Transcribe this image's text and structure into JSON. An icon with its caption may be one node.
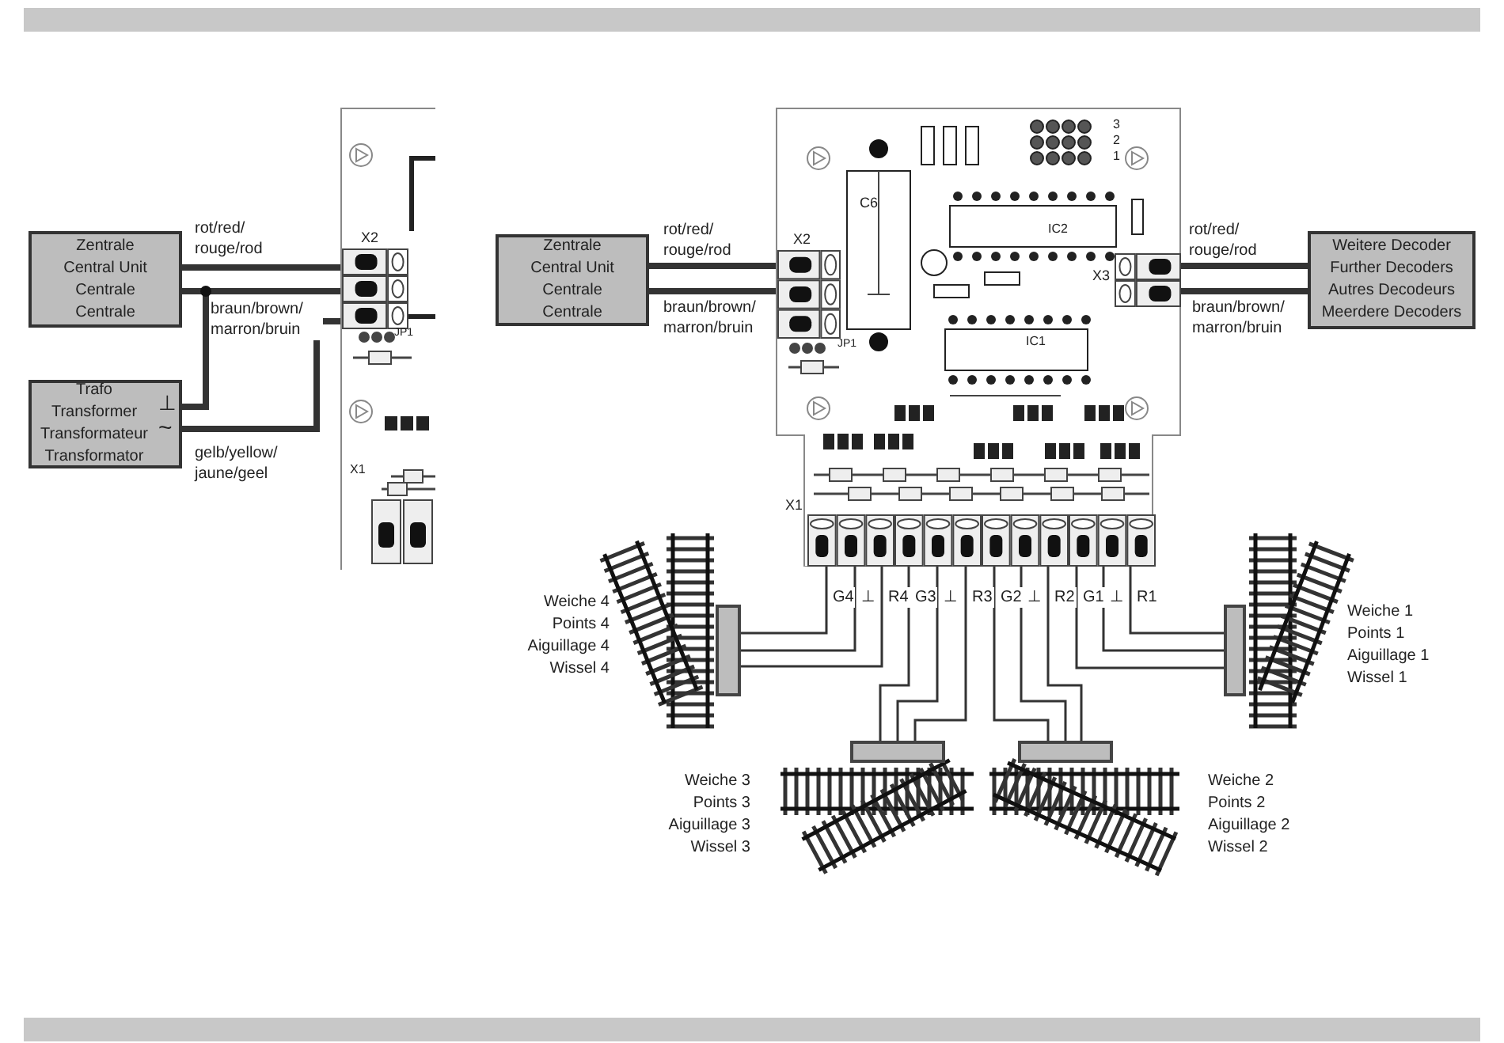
{
  "diagram": {
    "nodes": [
      {
        "text": [
          "Zentrale",
          "Central Unit",
          "Centrale",
          "Centrale"
        ]
      },
      {
        "text": [
          "Trafo",
          "Transformer",
          "Transformateur",
          "Transformator"
        ]
      },
      {
        "text": [],
        "shape": "picture"
      },
      {
        "text": [
          "X2"
        ],
        "in": 2
      },
      {
        "text": [
          "Zentrale",
          "Central Unit",
          "Centrale",
          "Centrale"
        ]
      },
      {
        "text": [],
        "shape": "picture"
      },
      {
        "text": [
          "X2"
        ],
        "in": 5
      },
      {
        "text": [
          "X3"
        ],
        "in": 5
      },
      {
        "text": [
          "Weitere Decoder",
          "Further Decoders",
          "Autres Decodeurs",
          "Meerdere Decoders"
        ]
      },
      {
        "text": [
          "X1"
        ],
        "in": 5
      },
      {
        "text": [],
        "shape": "box",
        "beside": [
          "Weiche 4",
          "Points 4",
          "Aiguillage 4",
          "Wissel 4"
        ]
      },
      {
        "text": [],
        "shape": "box",
        "beside": [
          "Weiche 3",
          "Points 3",
          "Aiguillage 3",
          "Wissel 3"
        ]
      },
      {
        "text": [],
        "shape": "box",
        "beside": [
          "Weiche 2",
          "Points 2",
          "Aiguillage 2",
          "Wissel 2"
        ]
      },
      {
        "text": [],
        "shape": "box",
        "beside": [
          "Weiche 1",
          "Points 1",
          "Aiguillage 1",
          "Wissel 1"
        ]
      }
    ],
    "edges": [
      {
        "from": 0,
        "to": 3,
        "arrow": "none",
        "label": "rot/red/ rouge/rod",
        "style": "thick"
      },
      {
        "from": 0,
        "to": 3,
        "arrow": "none",
        "label": "braun/brown/ marron/bruin",
        "style": "thick"
      },
      {
        "from": 1,
        "to": 3,
        "arrow": "none",
        "style": "thick"
      },
      {
        "from": 1,
        "to": 3,
        "arrow": "none",
        "label": "gelb/yellow/ jaune/geel",
        "style": "thick"
      },
      {
        "from": 4,
        "to": 6,
        "arrow": "none",
        "label": "rot/red/ rouge/rod",
        "style": "thick"
      },
      {
        "from": 4,
        "to": 6,
        "arrow": "none",
        "label": "braun/brown/ marron/bruin",
        "style": "thick"
      },
      {
        "from": 7,
        "to": 8,
        "arrow": "none",
        "label": "rot/red/ rouge/rod",
        "style": "thick"
      },
      {
        "from": 7,
        "to": 8,
        "arrow": "none",
        "label": "braun/brown/ marron/bruin",
        "style": "thick"
      },
      {
        "from": 9,
        "to": 10,
        "arrow": "none",
        "label": "G4"
      },
      {
        "from": 9,
        "to": 10,
        "arrow": "none",
        "label": "⊥"
      },
      {
        "from": 9,
        "to": 10,
        "arrow": "none",
        "label": "R4"
      },
      {
        "from": 9,
        "to": 11,
        "arrow": "none",
        "label": "G3"
      },
      {
        "from": 9,
        "to": 11,
        "arrow": "none",
        "label": "⊥"
      },
      {
        "from": 9,
        "to": 11,
        "arrow": "none",
        "label": "R3"
      },
      {
        "from": 9,
        "to": 12,
        "arrow": "none",
        "label": "G2"
      },
      {
        "from": 9,
        "to": 12,
        "arrow": "none",
        "label": "⊥"
      },
      {
        "from": 9,
        "to": 12,
        "arrow": "none",
        "label": "R2"
      },
      {
        "from": 9,
        "to": 13,
        "arrow": "none",
        "label": "G1"
      },
      {
        "from": 9,
        "to": 13,
        "arrow": "none",
        "label": "⊥"
      },
      {
        "from": 9,
        "to": 13,
        "arrow": "none",
        "label": "R1"
      }
    ],
    "labels": [
      "⊥",
      "~",
      "JP1",
      "X1",
      "C6",
      "3",
      "2",
      "1",
      "IC2",
      "JP1",
      "IC1"
    ]
  }
}
